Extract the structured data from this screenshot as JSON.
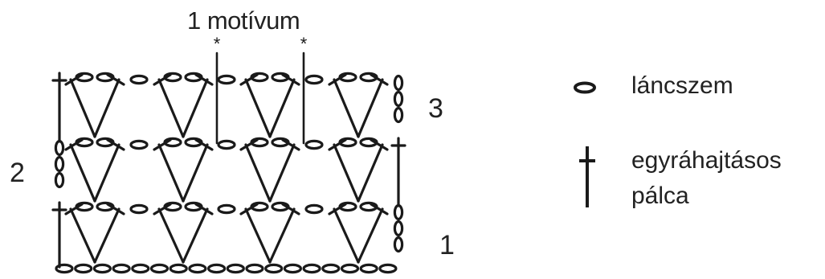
{
  "diagram": {
    "motif_label": "1 motívum",
    "motif_marker": "*",
    "rows": [
      {
        "number": "1",
        "side": "right"
      },
      {
        "number": "2",
        "side": "left"
      },
      {
        "number": "3",
        "side": "right"
      }
    ],
    "stitch_pattern": {
      "foundation_chain_count": 18,
      "shells_per_row": 4,
      "row_count": 3,
      "turning_chain_count": 3
    },
    "ink_color": "#1a1a1a"
  },
  "legend": {
    "items": [
      {
        "symbol": "chain-icon",
        "label": "láncszem"
      },
      {
        "symbol": "double-crochet-icon",
        "label_line1": "egyráhajtásos",
        "label_line2": "pálca"
      }
    ]
  }
}
